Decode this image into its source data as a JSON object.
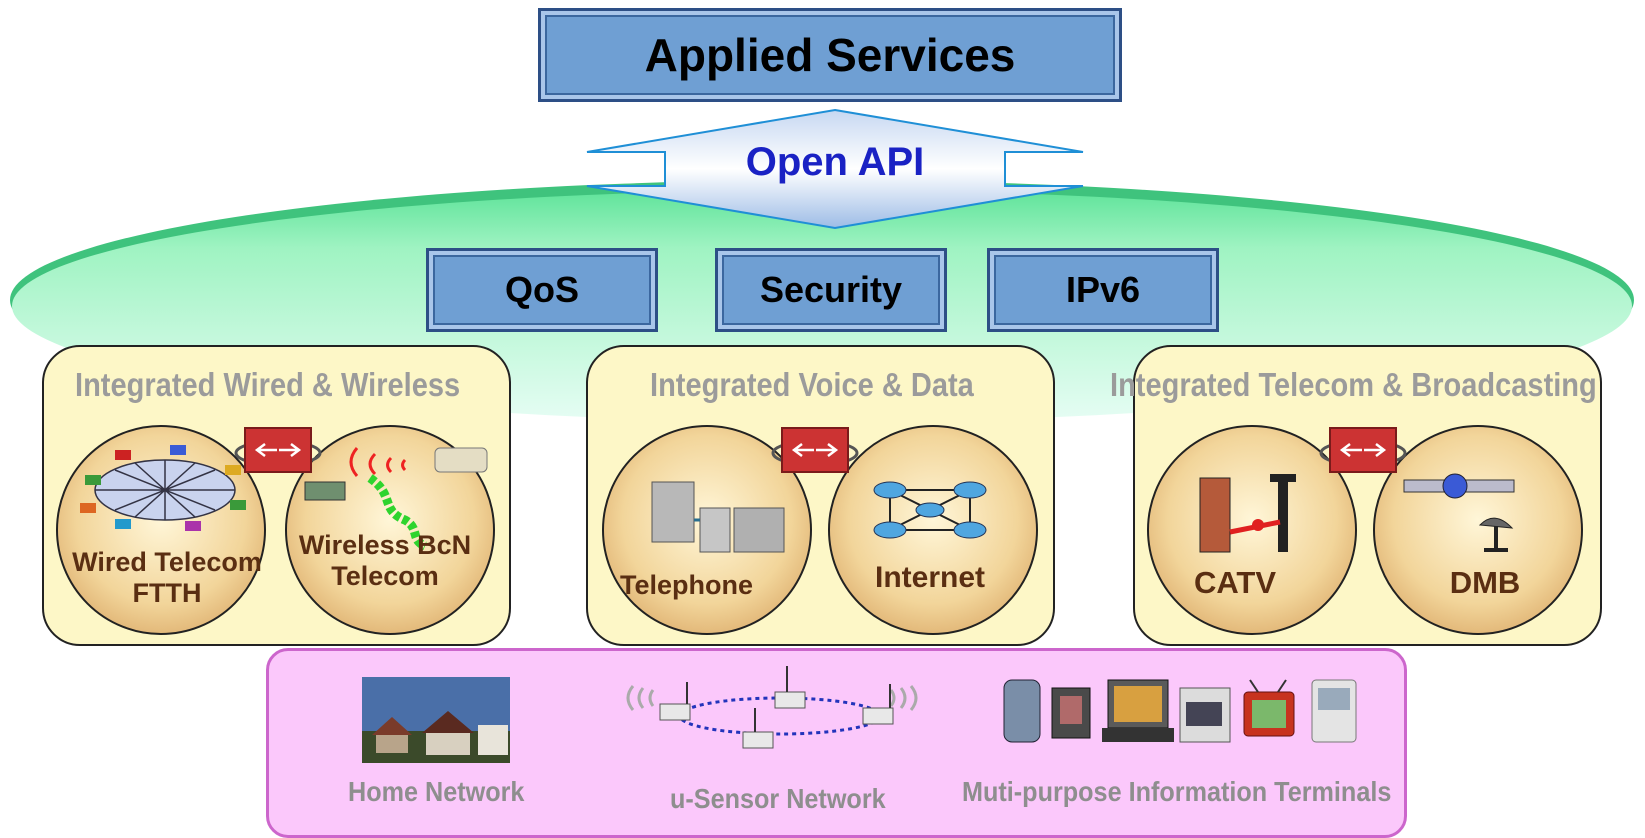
{
  "top": {
    "applied_services": "Applied Services",
    "open_api": "Open API"
  },
  "features": [
    "QoS",
    "Security",
    "IPv6"
  ],
  "panels": [
    {
      "title": "Integrated Wired & Wireless",
      "left": {
        "label_line1": "Wired Telecom",
        "label_line2": "FTTH"
      },
      "right": {
        "label_line1": "Wireless BcN",
        "label_line2": "Telecom"
      }
    },
    {
      "title": "Integrated Voice & Data",
      "left": {
        "label": "Telephone"
      },
      "right": {
        "label": "Internet"
      }
    },
    {
      "title": "Integrated Telecom & Broadcasting",
      "left": {
        "label": "CATV"
      },
      "right": {
        "label": "DMB"
      }
    }
  ],
  "bottom": {
    "home_network": "Home Network",
    "u_sensor_network": "u-Sensor Network",
    "terminals": "Muti-purpose Information Terminals"
  },
  "colors": {
    "box_fill": "#6f9fd3",
    "box_border": "#2d4f86",
    "api_text": "#1a22c4",
    "panel_fill": "#fdf7c7",
    "bottom_fill": "#fbc8fb",
    "bottom_border": "#cc66cc",
    "ellipse": "#8cf0b6",
    "connector": "#cc3333"
  }
}
